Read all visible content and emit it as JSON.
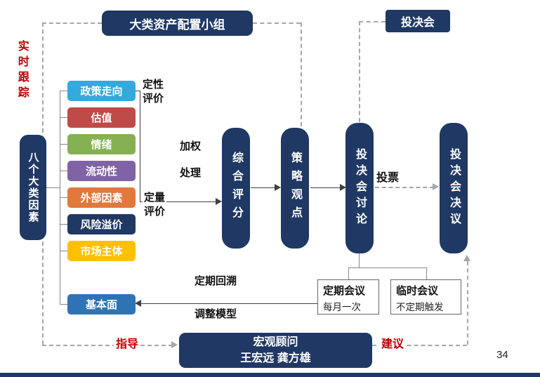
{
  "page": {
    "number": "34"
  },
  "colors": {
    "navy": "#1F3864",
    "red": "#C00000",
    "solid_line": "#404040",
    "dashed_line": "#a6a6a6",
    "meeting_border": "#666666"
  },
  "top": {
    "group": "大类资产配置小组",
    "committee": "投决会"
  },
  "left": {
    "tracking": "实时跟踪",
    "factors_title": "八个大类因素",
    "factors": [
      {
        "label": "政策走向",
        "color": "#33A9DC"
      },
      {
        "label": "估值",
        "color": "#BE4B48"
      },
      {
        "label": "情绪",
        "color": "#86B152"
      },
      {
        "label": "流动性",
        "color": "#7F63A5"
      },
      {
        "label": "外部因素",
        "color": "#E1793D"
      },
      {
        "label": "风险溢价",
        "color": "#1F3864"
      },
      {
        "label": "市场主体",
        "color": "#FFC000"
      },
      {
        "label": "基本面",
        "color": "#2E74B5"
      }
    ]
  },
  "process": {
    "qualitative": "定性\n评价",
    "quantitative": "定量\n评价",
    "weighting": "加权\n处理",
    "score": "综合评分",
    "view": "策略观点",
    "discussion": "投决会讨论",
    "vote": "投票",
    "decision": "投决会决议"
  },
  "meetings": {
    "regular": {
      "title": "定期会议",
      "sub": "每月一次"
    },
    "adhoc": {
      "title": "临时会议",
      "sub": "不定期触发"
    }
  },
  "feedback": {
    "review": "定期回溯",
    "adjust": "调整模型"
  },
  "bottom": {
    "guide": "指导",
    "advisor_title": "宏观顾问",
    "advisor_names": "王宏远 龚方雄",
    "suggest": "建议"
  }
}
